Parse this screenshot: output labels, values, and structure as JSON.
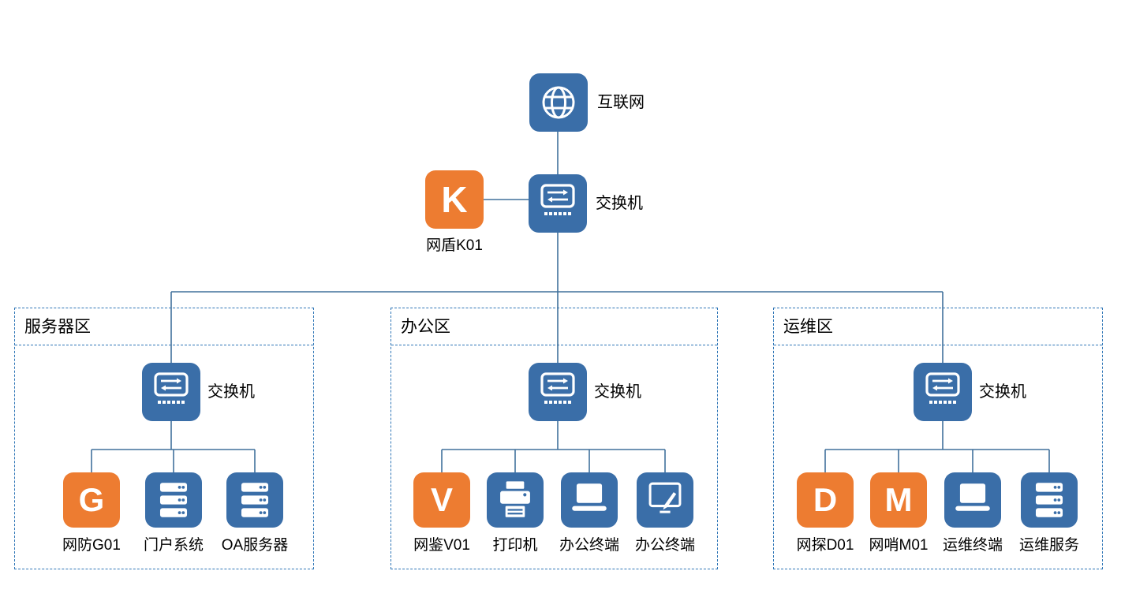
{
  "diagram": {
    "internet": {
      "label": "互联网"
    },
    "core_switch": {
      "label": "交换机"
    },
    "shield": {
      "letter": "K",
      "label": "网盾K01"
    },
    "zones": [
      {
        "title": "服务器区",
        "switch_label": "交换机",
        "devices": [
          {
            "type": "letter-badge",
            "letter": "G",
            "label": "网防G01"
          },
          {
            "type": "server",
            "label": "门户系统"
          },
          {
            "type": "server",
            "label": "OA服务器"
          }
        ]
      },
      {
        "title": "办公区",
        "switch_label": "交换机",
        "devices": [
          {
            "type": "letter-badge",
            "letter": "V",
            "label": "网鉴V01"
          },
          {
            "type": "printer",
            "label": "打印机"
          },
          {
            "type": "laptop",
            "label": "办公终端"
          },
          {
            "type": "monitor-pen",
            "label": "办公终端"
          }
        ]
      },
      {
        "title": "运维区",
        "switch_label": "交换机",
        "devices": [
          {
            "type": "letter-badge",
            "letter": "D",
            "label": "网探D01"
          },
          {
            "type": "letter-badge",
            "letter": "M",
            "label": "网哨M01"
          },
          {
            "type": "laptop",
            "label": "运维终端"
          },
          {
            "type": "server",
            "label": "运维服务"
          }
        ]
      }
    ],
    "colors": {
      "node_blue": "#3A6EA8",
      "node_orange": "#ED7C31",
      "line": "#41719C",
      "zone_border": "#2E75B6",
      "text": "#000000"
    }
  }
}
